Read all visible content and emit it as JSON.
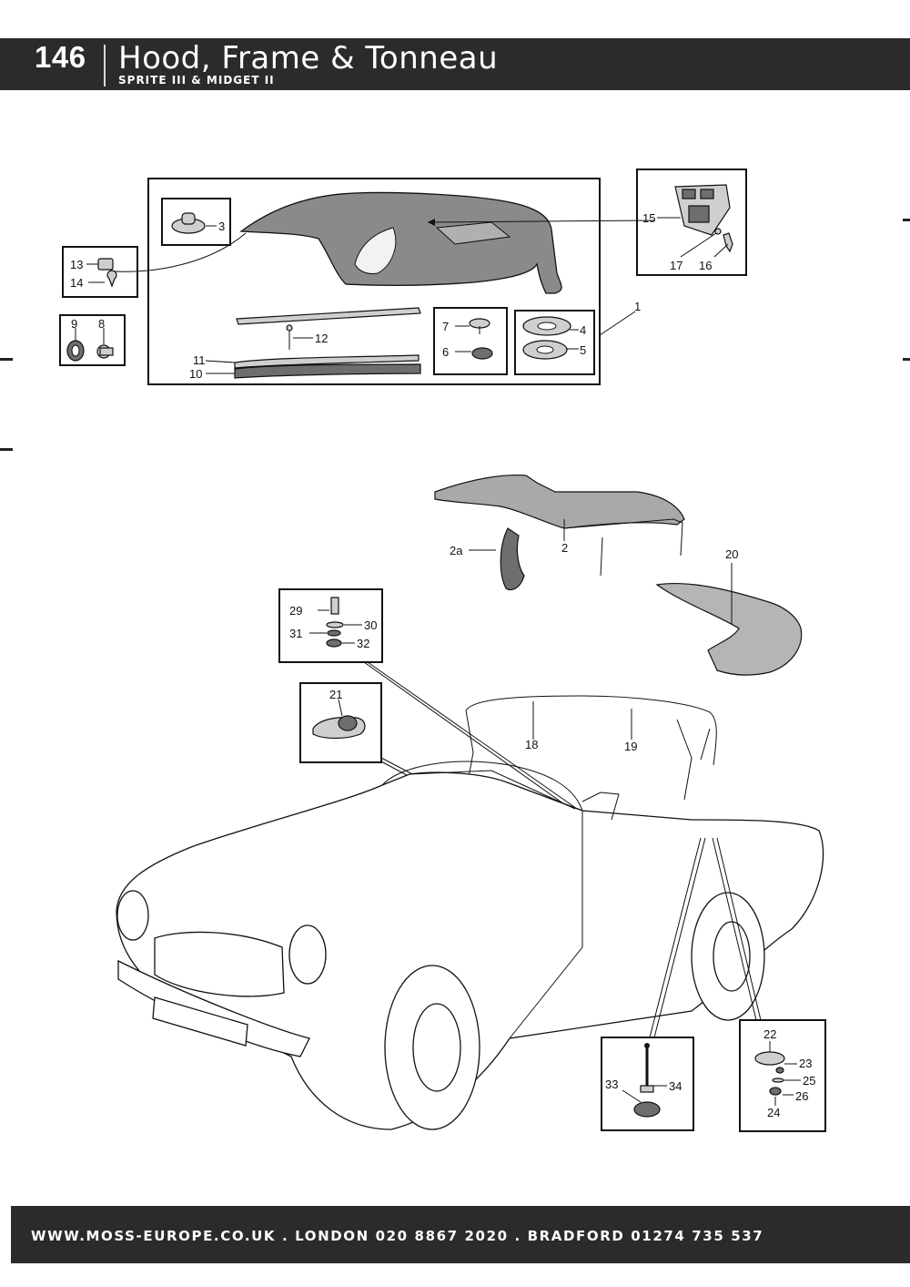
{
  "header": {
    "page_number": "146",
    "title": "Hood, Frame & Tonneau",
    "subtitle": "SPRITE III & MIDGET II"
  },
  "footer": {
    "contact": "WWW.MOSS-EUROPE.CO.UK . LONDON 020 8867 2020 . BRADFORD 01274 735 537"
  },
  "callouts": {
    "c1": "1",
    "c2": "2",
    "c2a": "2a",
    "c3": "3",
    "c4": "4",
    "c5": "5",
    "c6": "6",
    "c7": "7",
    "c8": "8",
    "c9": "9",
    "c10": "10",
    "c11": "11",
    "c12": "12",
    "c13": "13",
    "c14": "14",
    "c15": "15",
    "c16": "16",
    "c17": "17",
    "c18": "18",
    "c19": "19",
    "c20": "20",
    "c21": "21",
    "c22": "22",
    "c23": "23",
    "c24": "24",
    "c25": "25",
    "c26": "26",
    "c29": "29",
    "c30": "30",
    "c31": "31",
    "c32": "32",
    "c33": "33",
    "c34": "34"
  }
}
